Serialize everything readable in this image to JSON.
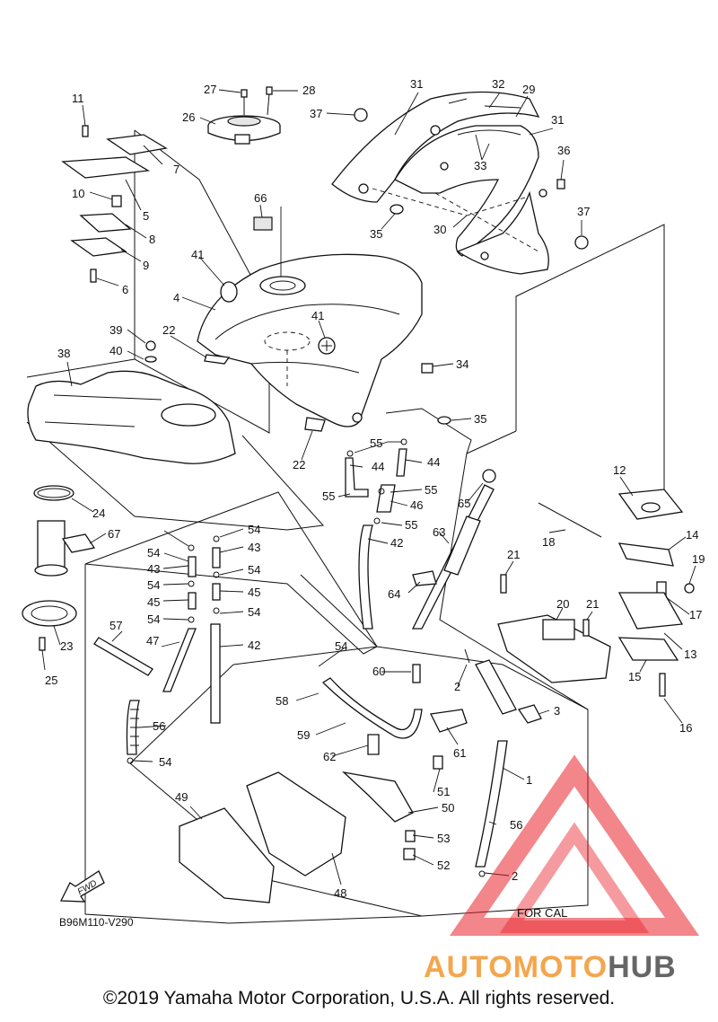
{
  "diagram": {
    "part_labels": {
      "p1": "1",
      "p2a": "2",
      "p2b": "2",
      "p3": "3",
      "p4": "4",
      "p5": "5",
      "p6": "6",
      "p7": "7",
      "p8": "8",
      "p9": "9",
      "p10": "10",
      "p11": "11",
      "p12": "12",
      "p13": "13",
      "p14": "14",
      "p15": "15",
      "p16": "16",
      "p17": "17",
      "p18": "18",
      "p19": "19",
      "p20": "20",
      "p21a": "21",
      "p21b": "21",
      "p22a": "22",
      "p22b": "22",
      "p23": "23",
      "p24": "24",
      "p25": "25",
      "p26": "26",
      "p27": "27",
      "p28": "28",
      "p29": "29",
      "p30": "30",
      "p31a": "31",
      "p31b": "31",
      "p32": "32",
      "p33": "33",
      "p34": "34",
      "p35a": "35",
      "p35b": "35",
      "p36": "36",
      "p37a": "37",
      "p37b": "37",
      "p38": "38",
      "p39": "39",
      "p40": "40",
      "p41a": "41",
      "p41b": "41",
      "p42a": "42",
      "p42b": "42",
      "p43a": "43",
      "p43b": "43",
      "p44a": "44",
      "p44b": "44",
      "p45a": "45",
      "p45b": "45",
      "p46": "46",
      "p47": "47",
      "p48": "48",
      "p49": "49",
      "p50": "50",
      "p51": "51",
      "p52": "52",
      "p53": "53",
      "p54a": "54",
      "p54b": "54",
      "p54c": "54",
      "p54d": "54",
      "p54e": "54",
      "p54f": "54",
      "p54g": "54",
      "p54h": "54",
      "p55a": "55",
      "p55b": "55",
      "p55c": "55",
      "p56a": "56",
      "p56b": "56",
      "p57": "57",
      "p58": "58",
      "p59": "59",
      "p60": "60",
      "p61": "61",
      "p62": "62",
      "p63": "63",
      "p64": "64",
      "p65": "65",
      "p66": "66",
      "p67": "67"
    },
    "fwd_label": "FWD",
    "for_cal_label": "FOR CAL",
    "diagram_code": "B96M110-V290"
  },
  "watermark": {
    "brand_left": "AUTOMOTO",
    "brand_right": "HUB",
    "colors": {
      "triangle": "#e8222a",
      "auto_text": "#f39c3a",
      "hub_text": "#555555"
    }
  },
  "footer": {
    "copyright": "©2019 Yamaha Motor Corporation, U.S.A. All rights reserved."
  }
}
